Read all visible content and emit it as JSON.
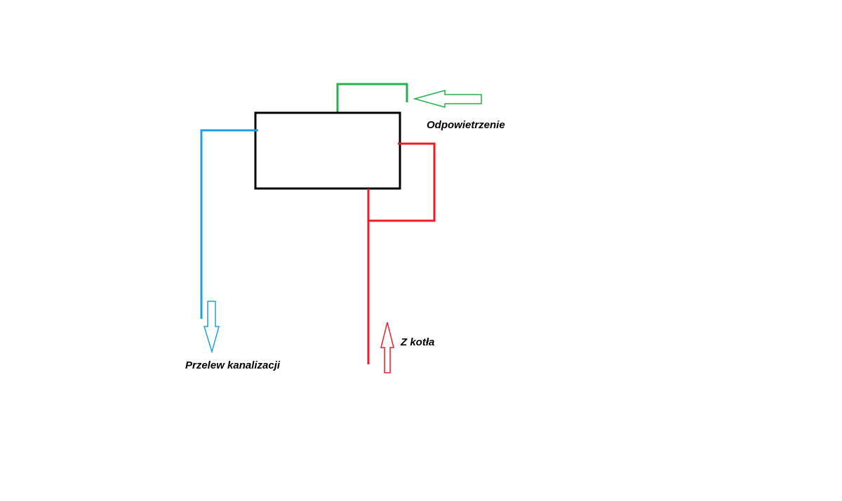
{
  "labels": {
    "venting": "Odpowietrzenie",
    "overflow": "Przelew kanalizacji",
    "from_boiler": "Z kotła"
  },
  "colors": {
    "tank_outline": "#000000",
    "overflow_pipe": "#1ba1e2",
    "vent_pipe": "#22b14c",
    "boiler_pipe": "#ed1c24",
    "background": "#ffffff"
  }
}
